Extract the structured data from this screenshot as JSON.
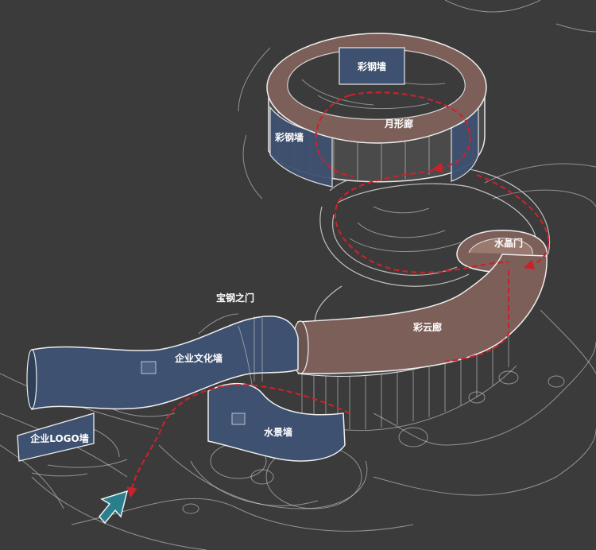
{
  "labels": {
    "color_steel_wall_top": "彩钢墙",
    "moon_corridor": "月形廊",
    "color_steel_wall_left": "彩钢墙",
    "crystal_gate": "水晶门",
    "treasure_gate": "宝钢之门",
    "cloud_corridor": "彩云廊",
    "culture_wall": "企业文化墙",
    "water_wall": "水景墙",
    "logo_wall": "企业LOGO墙"
  },
  "colors": {
    "background": "#3b3b3b",
    "corridor_fill": "#7d5f5a",
    "wall_fill": "#3e5170",
    "path": "#c8232b",
    "arrow": "#2a7f8c"
  }
}
